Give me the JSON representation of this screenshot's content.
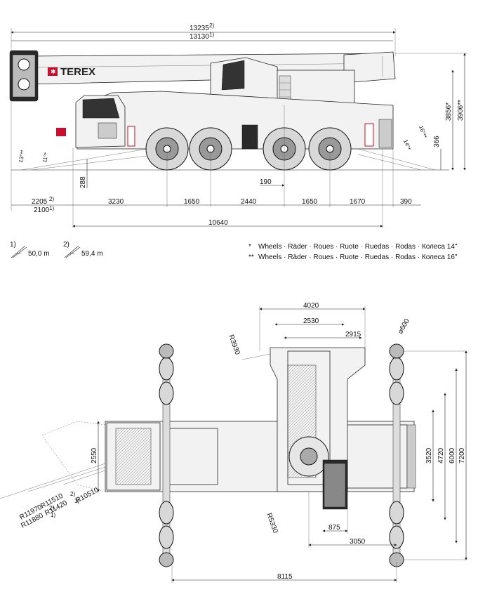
{
  "brand": "TEREX",
  "side_view": {
    "overall_length_1": "13235",
    "overall_length_1_note": "2)",
    "overall_length_2": "13130",
    "overall_length_2_note": "1)",
    "height_1": "3856*",
    "height_2": "3906**",
    "front_angle_1": "13°**",
    "front_angle_2": "11°*",
    "rear_angle_1": "14°*",
    "rear_angle_2": "16°**",
    "ground_clearance": "288",
    "rear_clearance": "366",
    "axle_offset": "190",
    "front_overhang_1": "2205",
    "front_overhang_1_note": "2)",
    "front_overhang_2": "2100",
    "front_overhang_2_note": "1)",
    "wheelbases": [
      "3230",
      "1650",
      "2440",
      "1650",
      "1670",
      "390"
    ],
    "chassis_length": "10640"
  },
  "boom_notes": [
    {
      "id": "1)",
      "value": "50,0 m"
    },
    {
      "id": "2)",
      "value": "59,4 m"
    }
  ],
  "wheel_notes": [
    {
      "mark": "*",
      "text": "Wheels · Räder · Roues · Ruote · Ruedas · Rodas · Колеса 14\""
    },
    {
      "mark": "**",
      "text": "Wheels · Räder · Roues · Ruote · Ruedas · Rodas · Колеса 16\""
    }
  ],
  "top_view": {
    "superstructure_width": "4020",
    "width_2530": "2530",
    "width_2915": "2915",
    "radius_tail": "R3930",
    "pad_diameter": "⌀600",
    "carrier_width": "2550",
    "outrigger_3520": "3520",
    "outrigger_4720": "4720",
    "outrigger_6000": "6000",
    "outrigger_7200": "7200",
    "radius_r10510": "R10510",
    "radius_r11510": "R11510",
    "radius_r11510_note": "2)",
    "radius_r11420": "R11420",
    "radius_r11420_note": "1)",
    "radius_r11970": "R11970",
    "radius_r11970_note": "2)",
    "radius_r11880": "R11880",
    "radius_r11880_note": "1)",
    "radius_r5330": "R5330",
    "dim_875": "875",
    "dim_3050": "3050",
    "outrigger_span": "8115"
  }
}
